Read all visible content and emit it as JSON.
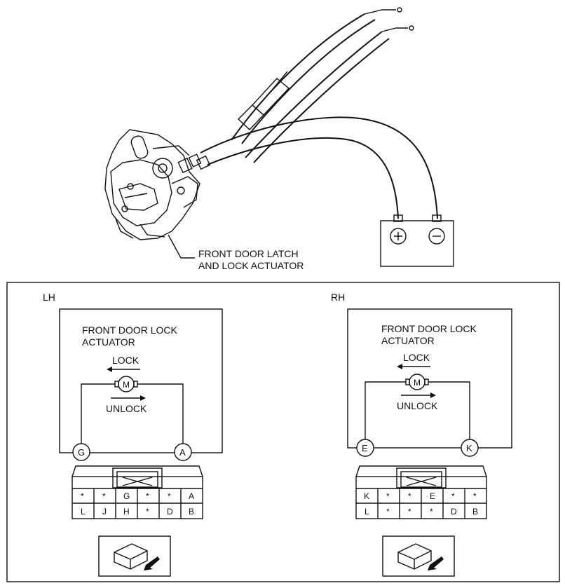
{
  "top": {
    "component_label_line1": "FRONT DOOR LATCH",
    "component_label_line2": "AND LOCK ACTUATOR",
    "battery": {
      "plus": "+",
      "minus": "−"
    }
  },
  "panels": {
    "lh": {
      "side": "LH",
      "title_line1": "FRONT DOOR LOCK",
      "title_line2": "ACTUATOR",
      "lock": "LOCK",
      "unlock": "UNLOCK",
      "motor": "M",
      "pin_left": "G",
      "pin_right": "A",
      "connector_top": [
        "*",
        "*",
        "G",
        "*",
        "*",
        "A"
      ],
      "connector_bottom": [
        "L",
        "J",
        "H",
        "*",
        "D",
        "B"
      ]
    },
    "rh": {
      "side": "RH",
      "title_line1": "FRONT DOOR LOCK",
      "title_line2": "ACTUATOR",
      "lock": "LOCK",
      "unlock": "UNLOCK",
      "motor": "M",
      "pin_left": "E",
      "pin_right": "K",
      "connector_top": [
        "K",
        "*",
        "*",
        "E",
        "*",
        "*"
      ],
      "connector_bottom": [
        "L",
        "*",
        "*",
        "*",
        "D",
        "B"
      ]
    }
  }
}
